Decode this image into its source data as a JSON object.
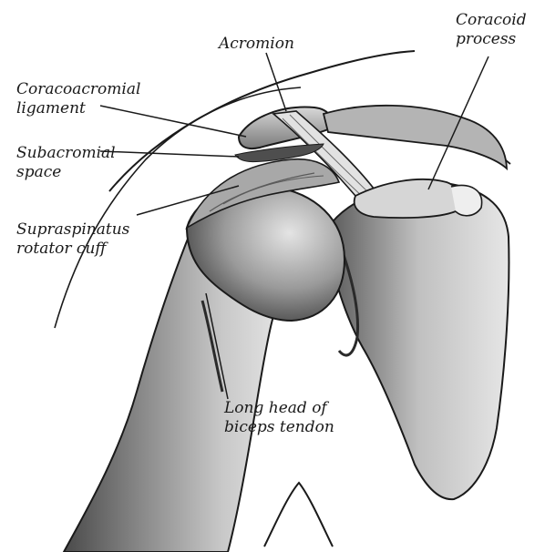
{
  "labels": {
    "acromion": "Acromion",
    "coracoid_1": "Coracoid",
    "coracoid_2": "process",
    "coracoacromial_1": "Coracoacromial",
    "coracoacromial_2": "ligament",
    "subacromial_1": "Subacromial",
    "subacromial_2": "space",
    "supraspinatus_1": "Supraspinatus",
    "supraspinatus_2": "rotator cuff",
    "biceps_1": "Long head of",
    "biceps_2": "biceps tendon"
  },
  "colors": {
    "ink": "#1a1a1a",
    "shade": "#6e6e6e",
    "light_shade": "#b8b8b8",
    "background": "#ffffff"
  }
}
